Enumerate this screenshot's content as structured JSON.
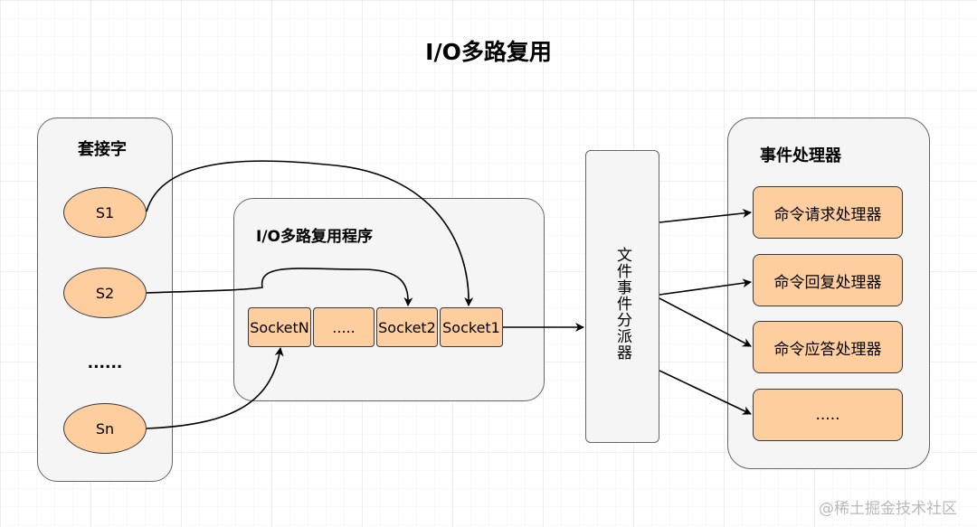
{
  "title": "I/O多路复用",
  "sockets_panel": {
    "title": "套接字",
    "items": [
      "S1",
      "S2",
      "......",
      "Sn"
    ]
  },
  "multiplexer": {
    "title": "I/O多路复用程序",
    "queue": [
      "SocketN",
      ".....",
      "Socket2",
      "Socket1"
    ]
  },
  "dispatcher": {
    "label": "文件事件分派器"
  },
  "handlers_panel": {
    "title": "事件处理器",
    "items": [
      "命令请求处理器",
      "命令回复处理器",
      "命令应答处理器",
      "....."
    ]
  },
  "watermark": "@稀土掘金技术社区",
  "colors": {
    "node_fill": "#ffce9f",
    "panel_fill": "#f5f5f5",
    "stroke": "#36393d"
  }
}
